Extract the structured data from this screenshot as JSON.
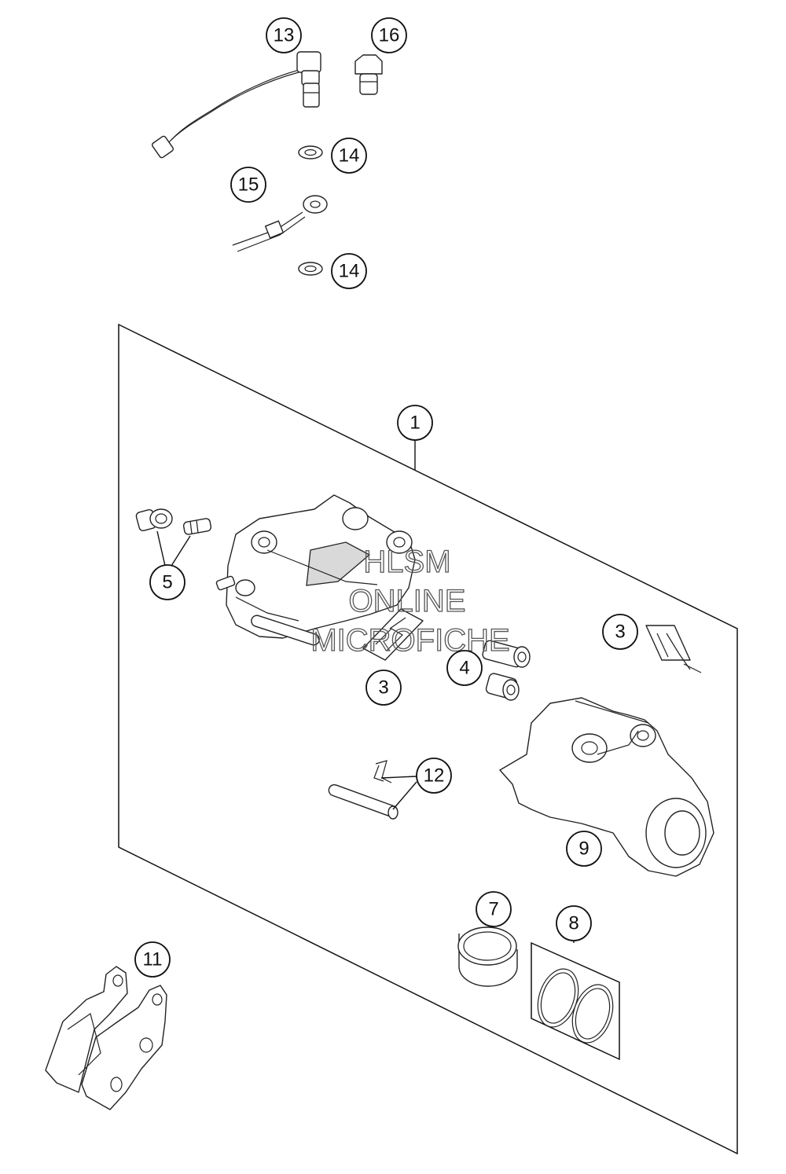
{
  "callouts": {
    "c13": "13",
    "c16": "16",
    "c14a": "14",
    "c15": "15",
    "c14b": "14",
    "c1": "1",
    "c5": "5",
    "c3a": "3",
    "c3b": "3",
    "c4": "4",
    "c12": "12",
    "c9": "9",
    "c7": "7",
    "c8": "8",
    "c11": "11"
  },
  "watermark": {
    "line1": "HLSM",
    "line2": "ONLINE",
    "line3": "MICROFICHE"
  }
}
